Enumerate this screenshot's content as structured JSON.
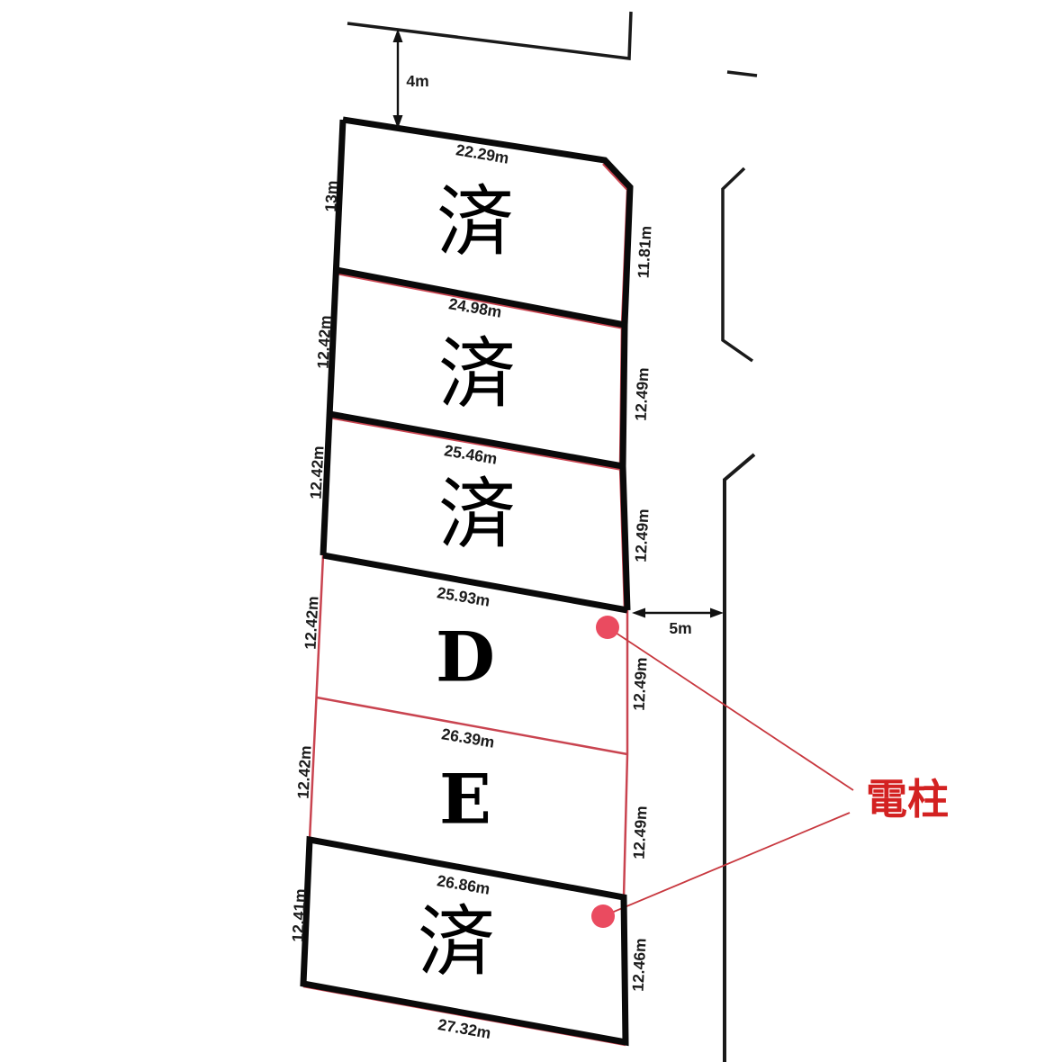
{
  "diagram": {
    "kind": "land-subdivision-survey-map",
    "plots": [
      {
        "id": "plot-1",
        "status_label": "済",
        "dim_top": "22.29m",
        "dim_left": "13m",
        "dim_right": "11.81m"
      },
      {
        "id": "plot-2",
        "status_label": "済",
        "dim_top": "24.98m",
        "dim_left": "12.42m",
        "dim_right": "12.49m"
      },
      {
        "id": "plot-3",
        "status_label": "済",
        "dim_top": "25.46m",
        "dim_left": "12.42m",
        "dim_right": "12.49m"
      },
      {
        "id": "plot-D",
        "status_label": "D",
        "dim_top": "25.93m",
        "dim_left": "12.42m",
        "dim_right": "12.49m"
      },
      {
        "id": "plot-E",
        "status_label": "E",
        "dim_top": "26.39m",
        "dim_left": "12.42m",
        "dim_right": "12.49m"
      },
      {
        "id": "plot-6",
        "status_label": "済",
        "dim_top": "26.86m",
        "dim_left": "12.41m",
        "dim_right": "12.46m",
        "dim_bottom": "27.32m"
      }
    ],
    "measurements": {
      "road_offset_top": "4m",
      "road_offset_right": "5m"
    },
    "utility_pole": {
      "label": "電柱",
      "count": 2
    },
    "colors": {
      "sold_border": "#0a0a0a",
      "available_line": "#c94450",
      "pole_dot": "#ea4b60",
      "pole_label": "#d32121",
      "leader_line": "#c8383f",
      "dimension_text": "#1b1b1b"
    }
  }
}
